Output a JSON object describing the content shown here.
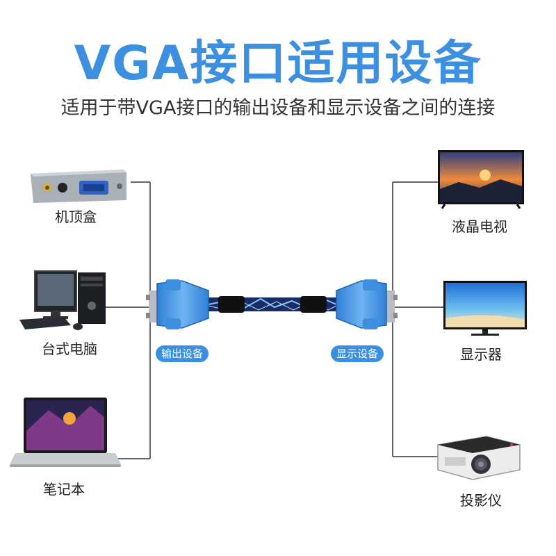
{
  "header": {
    "title": "VGA接口适用设备",
    "subtitle": "适用于带VGA接口的输出设备和显示设备之间的连接"
  },
  "output_devices": {
    "items": [
      {
        "label": "机顶盒",
        "icon": "set-top-box-icon"
      },
      {
        "label": "台式电脑",
        "icon": "desktop-computer-icon"
      },
      {
        "label": "笔记本",
        "icon": "laptop-icon"
      }
    ]
  },
  "display_devices": {
    "items": [
      {
        "label": "液晶电视",
        "icon": "lcd-tv-icon"
      },
      {
        "label": "显示器",
        "icon": "monitor-icon"
      },
      {
        "label": "投影仪",
        "icon": "projector-icon"
      }
    ]
  },
  "cable": {
    "left_tag": "输出设备",
    "right_tag": "显示设备"
  },
  "colors": {
    "accent": "#3d8fe0",
    "connector": "#4b9be6",
    "cable": "#1a2c66"
  }
}
